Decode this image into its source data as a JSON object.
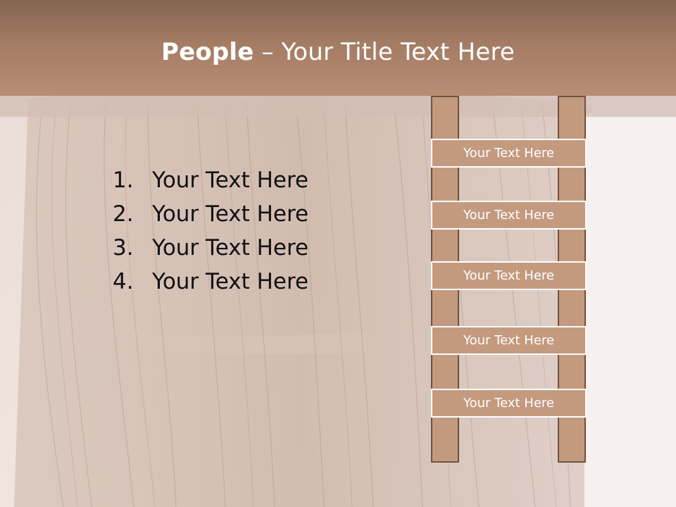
{
  "slide": {
    "title_bold": "People",
    "title_rest": " – Your Title Text Here",
    "list": [
      {
        "num": "1.",
        "text": "Your Text Here"
      },
      {
        "num": "2.",
        "text": "Your Text Here"
      },
      {
        "num": "3.",
        "text": "Your Text Here"
      },
      {
        "num": "4.",
        "text": "Your Text Here"
      }
    ],
    "ladder": [
      "Your Text Here",
      "Your Text Here",
      "Your Text Here",
      "Your Text Here",
      "Your Text Here"
    ]
  },
  "colors": {
    "header": "#a47c64",
    "ladder_fill": "#c49a7f",
    "ladder_border": "#6e5141"
  }
}
